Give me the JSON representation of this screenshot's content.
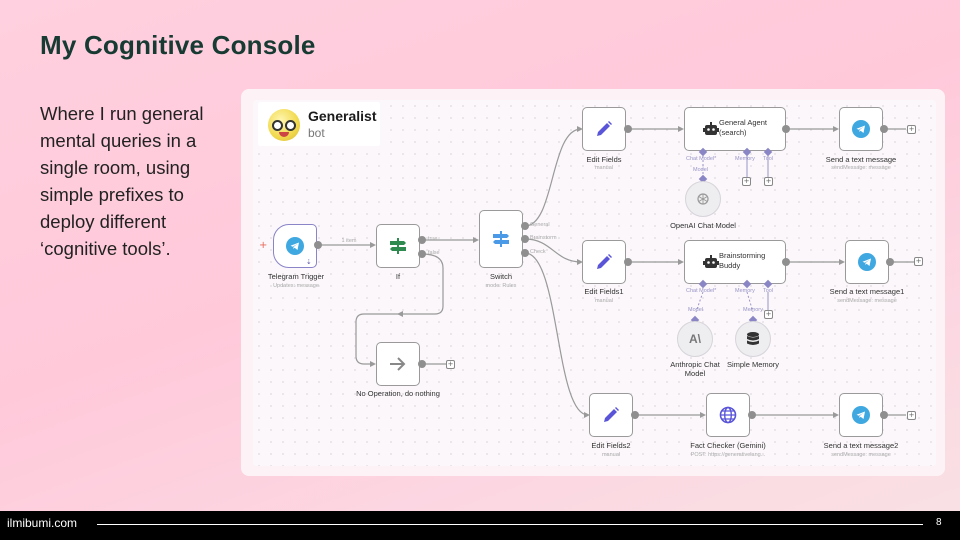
{
  "slide": {
    "title": "My Cognitive Console",
    "body": "Where I run general mental queries in a single room, using simple prefixes to deploy different ‘cognitive tools’."
  },
  "bot_card": {
    "name": "Generalist",
    "subtitle": "bot",
    "avatar_icon": "nerd-face-emoji"
  },
  "workflow": {
    "nodes": {
      "telegram_trigger": {
        "title": "Telegram Trigger",
        "subtitle": "Updates: message",
        "icon": "telegram-icon"
      },
      "if": {
        "title": "If",
        "icon": "signpost-icon",
        "ports": [
          "true",
          "false"
        ]
      },
      "switch": {
        "title": "Switch",
        "subtitle": "mode: Rules",
        "icon": "signpost-icon",
        "ports": [
          "General",
          "Brainstorm",
          "Check"
        ]
      },
      "no_op": {
        "title": "No Operation, do nothing",
        "icon": "arrow-right-icon"
      },
      "edit_fields": {
        "title": "Edit Fields",
        "subtitle": "manual",
        "icon": "pencil-icon"
      },
      "edit_fields1": {
        "title": "Edit Fields1",
        "subtitle": "manual",
        "icon": "pencil-icon"
      },
      "edit_fields2": {
        "title": "Edit Fields2",
        "subtitle": "manual",
        "icon": "pencil-icon"
      },
      "general_agent": {
        "title_line1": "General Agent",
        "title_line2": "(search)",
        "icon": "robot-icon",
        "ports": [
          "Chat Model*",
          "Memory",
          "Tool"
        ]
      },
      "brainstorming_buddy": {
        "title_line1": "Brainstorming",
        "title_line2": "Buddy",
        "icon": "robot-icon",
        "ports": [
          "Chat Model*",
          "Memory",
          "Tool"
        ]
      },
      "fact_checker": {
        "title": "Fact Checker (Gemini)",
        "subtitle": "POST: https://generativelang...",
        "icon": "globe-icon"
      },
      "openai_model": {
        "title": "OpenAI Chat Model",
        "port": "Model",
        "icon": "openai-icon"
      },
      "anthropic_model": {
        "title_line1": "Anthropic Chat",
        "title_line2": "Model",
        "port": "Model",
        "icon": "anthropic-icon"
      },
      "simple_memory": {
        "title": "Simple Memory",
        "port": "Memory",
        "icon": "database-icon"
      },
      "send_message": {
        "title": "Send a text message",
        "subtitle": "sendMessage: message",
        "icon": "telegram-icon"
      },
      "send_message1": {
        "title": "Send a text message1",
        "subtitle": "sendMessage: message",
        "icon": "telegram-icon"
      },
      "send_message2": {
        "title": "Send a text message2",
        "subtitle": "sendMessage: message",
        "icon": "telegram-icon"
      }
    },
    "edge_labels": {
      "trigger_to_if": "1 item"
    },
    "colors": {
      "telegram": "#3fa8e0",
      "pencil": "#5a55d8",
      "if_icon": "#2e8a4e",
      "switch_icon": "#4b9ae8",
      "globe": "#5a55d8",
      "sub_connector": "#8a86c6",
      "trigger_plus": "#e86a5a"
    }
  },
  "footer": {
    "site": "ilmibumi.com",
    "page_number": "8"
  }
}
